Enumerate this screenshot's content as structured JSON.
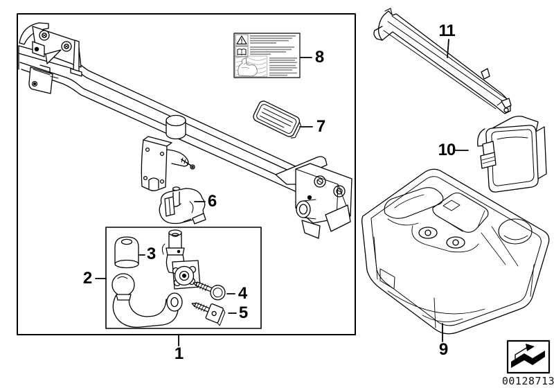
{
  "diagram": {
    "colors": {
      "ink": "#000000",
      "background": "#ffffff",
      "sticker_text": "#8a8a8a"
    },
    "callouts": [
      {
        "label": "1"
      },
      {
        "label": "2"
      },
      {
        "label": "3"
      },
      {
        "label": "4"
      },
      {
        "label": "5"
      },
      {
        "label": "6"
      },
      {
        "label": "7"
      },
      {
        "label": "8"
      },
      {
        "label": "9"
      },
      {
        "label": "10"
      },
      {
        "label": "11"
      }
    ],
    "stamp": {
      "number": "00128713",
      "icon": "zigzag-arrow-icon"
    },
    "sticker": {
      "icons": [
        "warning-triangle-icon",
        "owners-manual-book-icon",
        "protective-gloves-image"
      ]
    }
  }
}
